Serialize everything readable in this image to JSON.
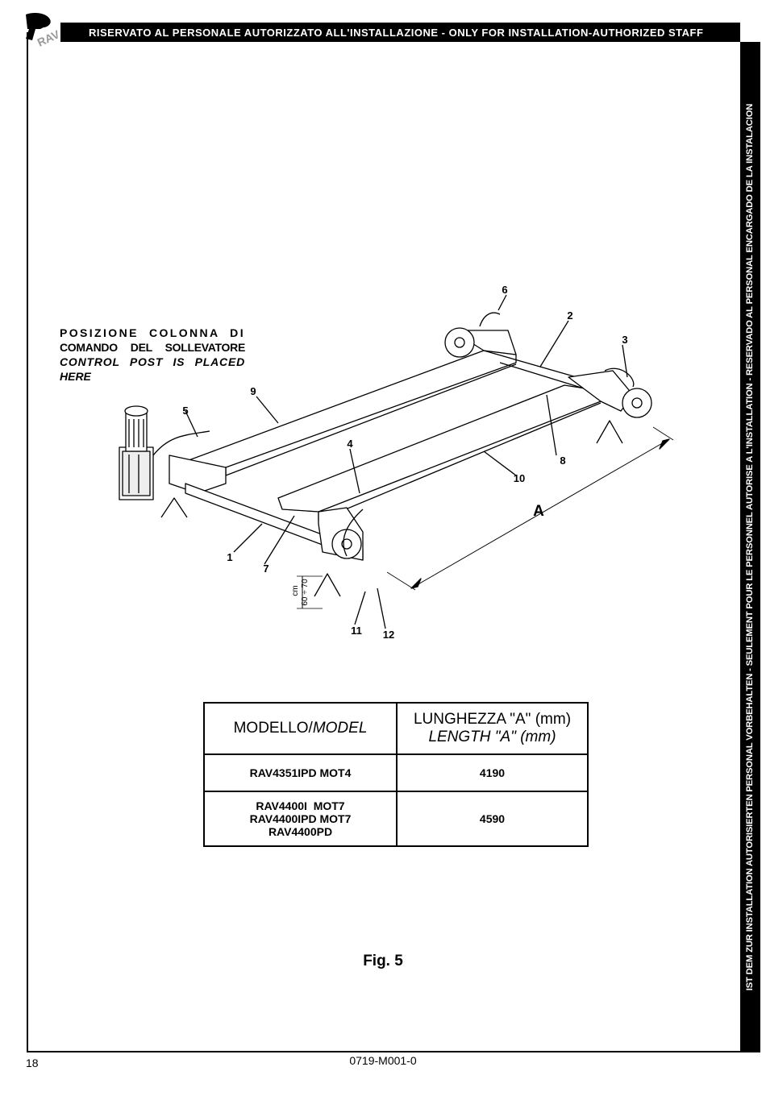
{
  "header": {
    "banner": "RISERVATO AL PERSONALE AUTORIZZATO ALL'INSTALLAZIONE - ONLY FOR INSTALLATION-AUTHORIZED STAFF",
    "logo_text": "RAV"
  },
  "side_banner": "IST DEM ZUR INSTALLATION AUTORISIERTEN PERSONAL VORBEHALTEN - SEULEMENT POUR LE PERSONNEL AUTORISE A L'INSTALLATION - RESERVADO AL PERSONAL ENCARGADO DE LA INSTALACION",
  "callout": {
    "line1": "POSIZIONE COLONNA DI",
    "line2": "COMANDO DEL SOLLEVATORE",
    "line3": "CONTROL POST IS PLACED",
    "line4": "HERE"
  },
  "drawing": {
    "labels": [
      "1",
      "2",
      "3",
      "4",
      "5",
      "6",
      "7",
      "8",
      "9",
      "10",
      "11",
      "12"
    ],
    "dimension_label": "A",
    "height_note_unit": "cm",
    "height_note_range": "60 ÷ 70"
  },
  "table": {
    "header_model": "MODELLO/",
    "header_model_en": "MODEL",
    "header_length": "LUNGHEZZA \"A\" (mm)",
    "header_length_en": "LENGTH \"A\" (mm)",
    "rows": [
      {
        "models": [
          "RAV4351IPD MOT4"
        ],
        "length": "4190"
      },
      {
        "models": [
          "RAV4400I  MOT7",
          "RAV4400IPD MOT7",
          "RAV4400PD"
        ],
        "length": "4590"
      }
    ]
  },
  "figure_caption": "Fig. 5",
  "footer": {
    "page_number": "18",
    "document_code": "0719-M001-0"
  }
}
